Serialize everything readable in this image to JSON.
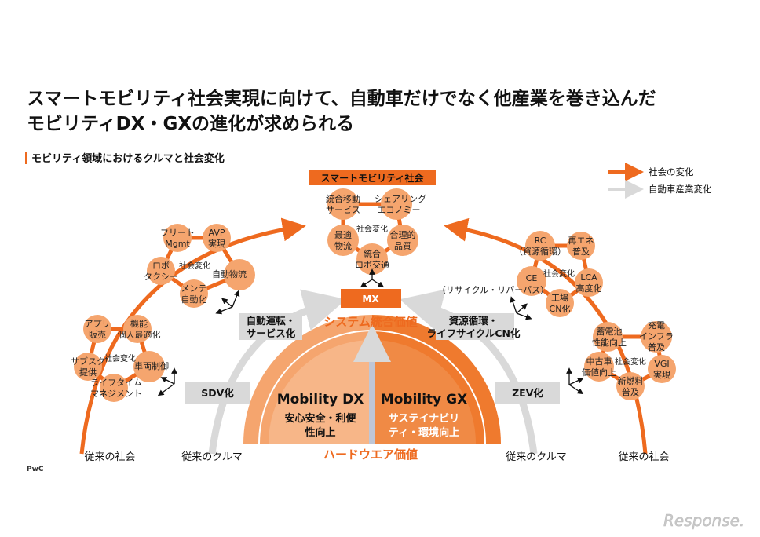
{
  "title": {
    "line1": "スマートモビリティ社会実現に向けて、自動車だけでなく他産業を巻き込んだ",
    "line2": "モビリティDX・GXの進化が求められる"
  },
  "subtitle": "モビリティ領域におけるクルマと社会変化",
  "legend": {
    "social": "社会の変化",
    "industry": "自動車産業変化"
  },
  "colors": {
    "accent": "#ee6a1f",
    "light": "#f5a56e",
    "gray": "#d9d9d9"
  },
  "top": {
    "banner": "スマートモビリティ社会",
    "center": "社会変化",
    "nodes": [
      [
        "統合移動",
        "サービス"
      ],
      [
        "シェアリング",
        "エコノミー"
      ],
      [
        "最適",
        "物流"
      ],
      [
        "合理的",
        "品質"
      ],
      [
        "統合",
        "ロボ交通"
      ]
    ]
  },
  "left_upper": {
    "center": "社会変化",
    "nodes": [
      [
        "フリート",
        "Mgmt"
      ],
      [
        "AVP",
        "実現"
      ],
      [
        "ロボ",
        "タクシー"
      ],
      [
        "自動物流"
      ],
      [
        "メンテ",
        "自動化"
      ]
    ]
  },
  "left_lower": {
    "center": "社会変化",
    "nodes": [
      [
        "アプリ",
        "販売"
      ],
      [
        "機能",
        "個人最適化"
      ],
      [
        "サブスク",
        "提供"
      ],
      [
        "車両制御"
      ],
      [
        "ライフタイム",
        "マネジメント"
      ]
    ]
  },
  "right_upper": {
    "center": "社会変化",
    "nodes": [
      [
        "RC",
        "（資源循環）"
      ],
      [
        "再エネ",
        "普及"
      ],
      [
        "CE"
      ],
      [
        "LCA",
        "高度化"
      ],
      [
        "工場",
        "CN化"
      ]
    ],
    "note": "（リサイクル・リパーパス）"
  },
  "right_lower": {
    "center": "社会変化",
    "nodes": [
      [
        "蓄電池",
        "性能向上"
      ],
      [
        "充電",
        "インフラ",
        "普及"
      ],
      [
        "中古車",
        "価値向上"
      ],
      [
        "VGI",
        "実現"
      ],
      [
        "新燃料",
        "普及"
      ]
    ]
  },
  "mx": "MX",
  "system_value": "システム統合価値",
  "hardware_value": "ハードウエア価値",
  "dx": {
    "title": "Mobility DX",
    "line1": "安心安全・利便",
    "line2": "性向上"
  },
  "gx": {
    "title": "Mobility GX",
    "line1": "サステイナビリ",
    "line2": "ティ・環境向上"
  },
  "labels": {
    "auto": [
      "自動運転・",
      "サービス化"
    ],
    "resource": [
      "資源循環・",
      "ライフサイクルCN化"
    ],
    "sdv": "SDV化",
    "zev": "ZEV化"
  },
  "bottom": {
    "left_society": "従来の社会",
    "left_car": "従来のクルマ",
    "right_car": "従来のクルマ",
    "right_society": "従来の社会"
  },
  "source": "PwC",
  "watermark": "Response."
}
